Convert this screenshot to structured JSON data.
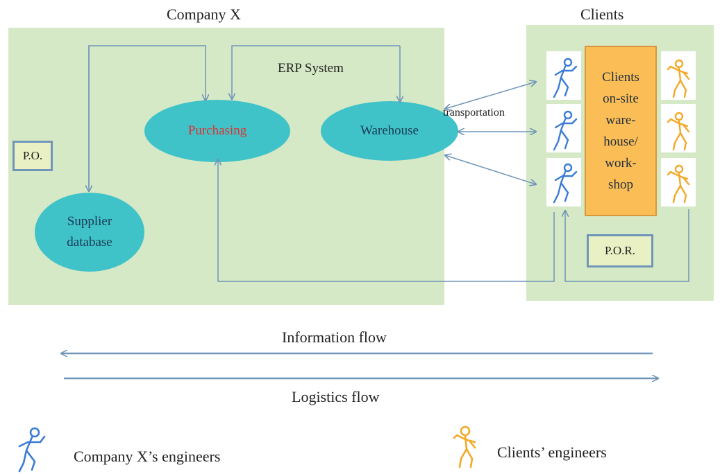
{
  "company": {
    "title": "Company X",
    "erp_label": "ERP System"
  },
  "clients": {
    "title": "Clients",
    "box_lines": [
      "Clients",
      "on-site",
      "ware-",
      "house/",
      "work-",
      "shop"
    ],
    "por_label": "P.O.R."
  },
  "nodes": {
    "purchasing": "Purchasing",
    "warehouse": "Warehouse",
    "supplier_line1": "Supplier",
    "supplier_line2": "database",
    "po_label": "P.O."
  },
  "transportation_label": "transportation",
  "flows": {
    "information": "Information flow",
    "logistics": "Logistics flow"
  },
  "legend": {
    "company_engineers": "Company X’s engineers",
    "client_engineers": "Clients’ engineers"
  },
  "colors": {
    "panel": "#d6e9c6",
    "ellipse": "#3fc3c8",
    "arrow": "#6f95b8",
    "purchasing_text": "#e03030",
    "orange_box": "#fbbd55",
    "company_engineer_icon": "#3a7bd5",
    "client_engineer_icon": "#f2a928"
  }
}
